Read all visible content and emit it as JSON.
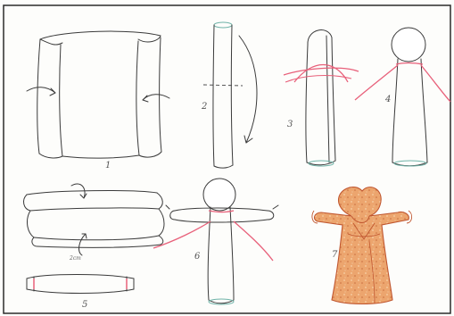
{
  "steps": [
    {
      "number": "1"
    },
    {
      "number": "2"
    },
    {
      "number": "3"
    },
    {
      "number": "4"
    },
    {
      "number": "5"
    },
    {
      "number": "6"
    },
    {
      "number": "7"
    }
  ],
  "fold_label": "2cm",
  "colors": {
    "line": "#3a3a3a",
    "thread": "#e8607a",
    "teal_accent": "#6fb3a8",
    "doll_fabric": "#e9a06a",
    "doll_outline": "#c0562f",
    "border": "#2b2b2b"
  }
}
